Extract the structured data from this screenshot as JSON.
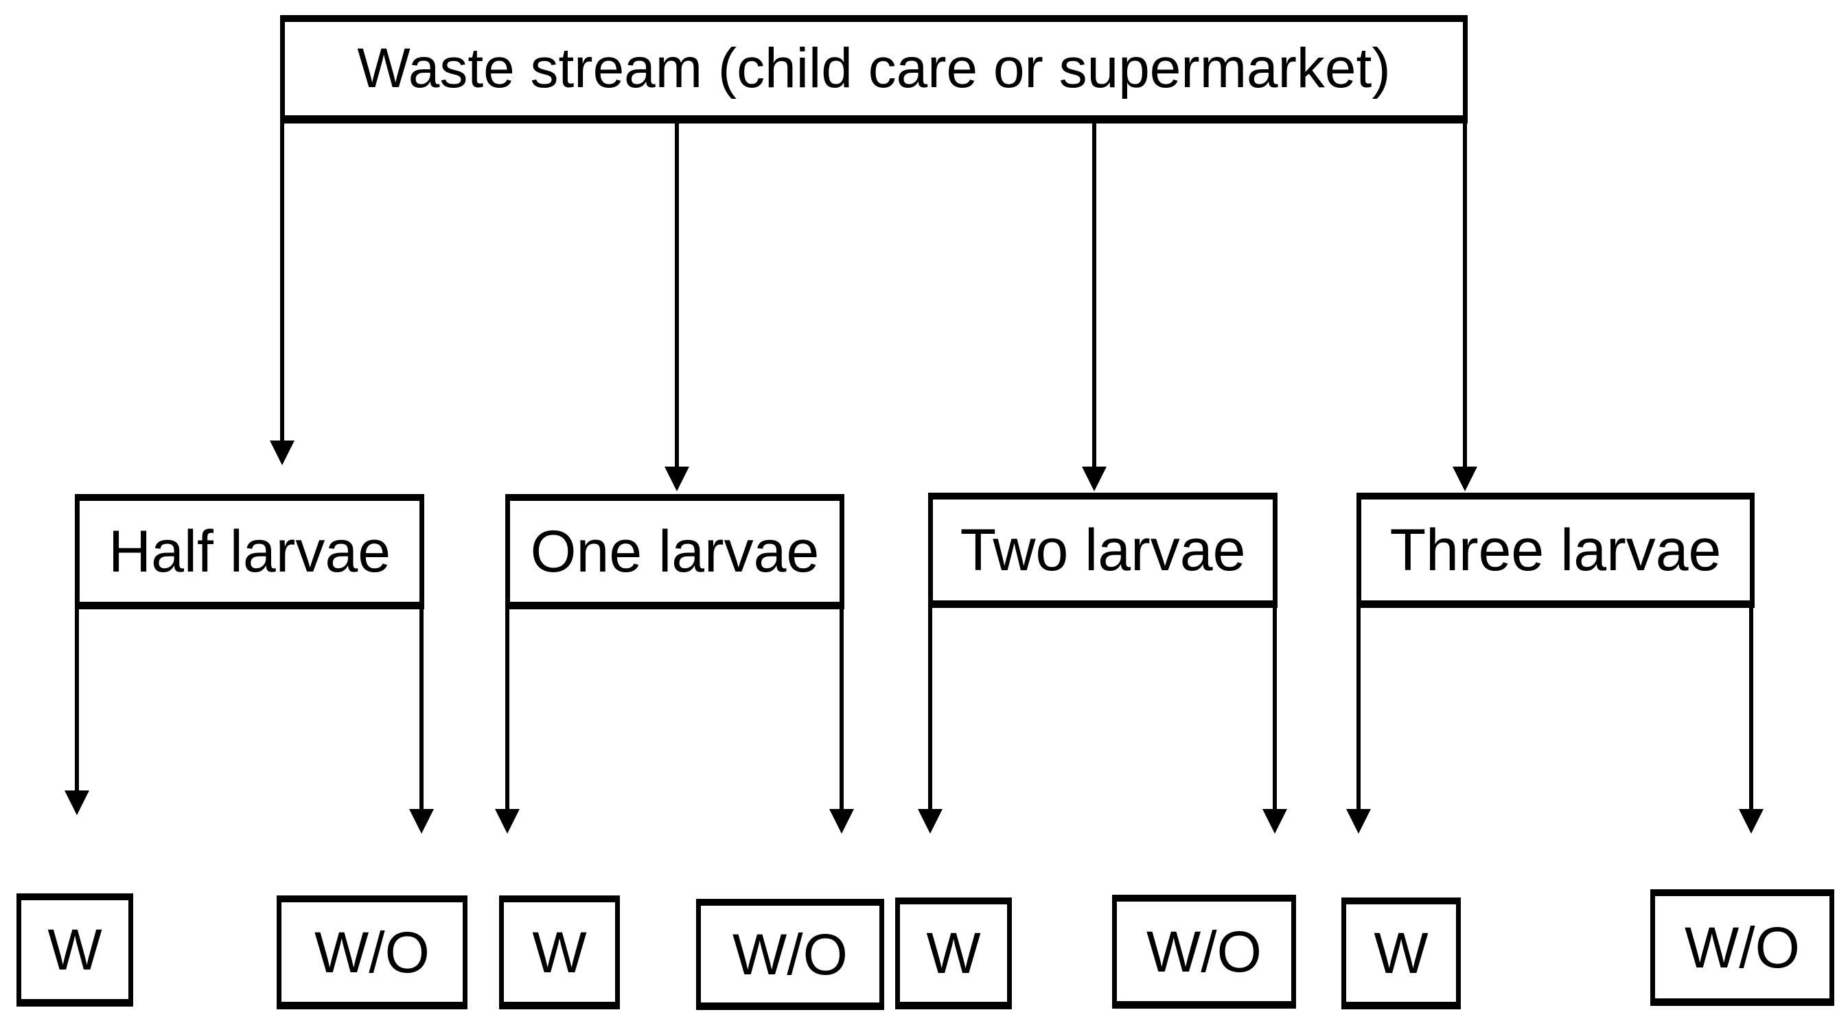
{
  "figure": {
    "background_color": "#ffffff",
    "line_color": "#000000",
    "box_fill_color": "#ffffff",
    "root": {
      "label": "Waste stream (child care or supermarket)"
    },
    "level2": [
      {
        "label": "Half larvae"
      },
      {
        "label": "One larvae"
      },
      {
        "label": "Two larvae"
      },
      {
        "label": "Three larvae"
      }
    ],
    "level3": [
      {
        "label": "W"
      },
      {
        "label": "W/O"
      },
      {
        "label": "W"
      },
      {
        "label": "W/O"
      },
      {
        "label": "W"
      },
      {
        "label": "W/O"
      },
      {
        "label": "W"
      },
      {
        "label": "W/O"
      }
    ]
  }
}
